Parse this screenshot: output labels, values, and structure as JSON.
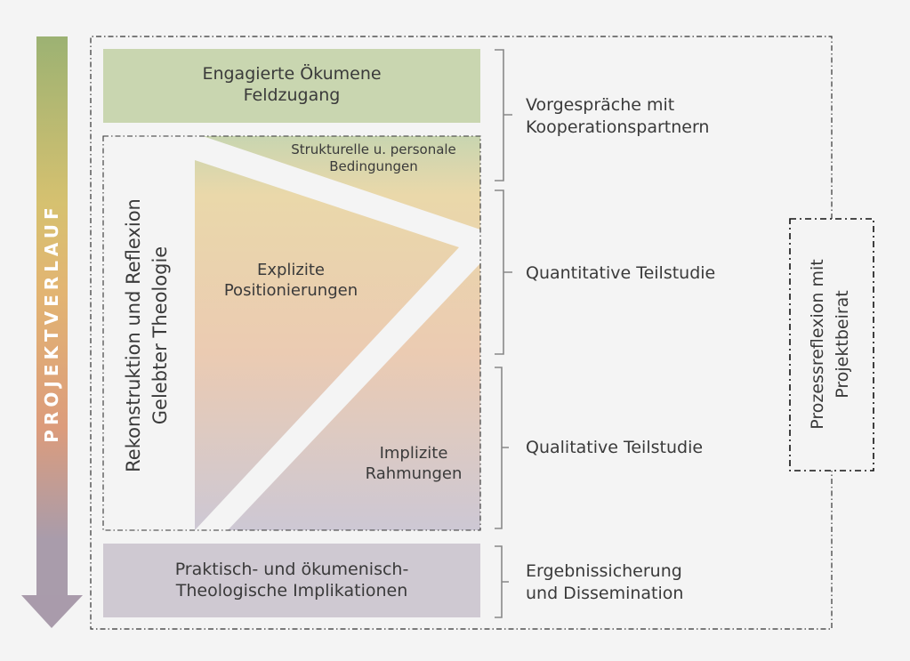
{
  "arrow": {
    "label": "PROJEKTVERLAUF"
  },
  "boxes": {
    "top": {
      "line1": "Engagierte Ökumene",
      "line2": "Feldzugang",
      "color": "#c9d6b0"
    },
    "bottom": {
      "line1": "Praktisch- und ökumenisch-",
      "line2": "Theologische Implikationen",
      "color": "#cfc9d2"
    }
  },
  "center": {
    "side_line1": "Rekonstruktion und Reflexion",
    "side_line2": "Gelebter Theologie",
    "struct_line1": "Strukturelle u. personale",
    "struct_line2": "Bedingungen",
    "explicit_line1": "Explizite",
    "explicit_line2": "Positionierungen",
    "implicit_line1": "Implizite",
    "implicit_line2": "Rahmungen"
  },
  "phases": [
    {
      "line1": "Vorgespräche mit",
      "line2": "Kooperationspartnern"
    },
    {
      "line1": "Quantitative Teilstudie"
    },
    {
      "line1": "Qualitative Teilstudie"
    },
    {
      "line1": "Ergebnissicherung",
      "line2": "und Dissemination"
    }
  ],
  "reflection": {
    "line1": "Prozessreflexion mit",
    "line2": "Projektbeirat"
  }
}
